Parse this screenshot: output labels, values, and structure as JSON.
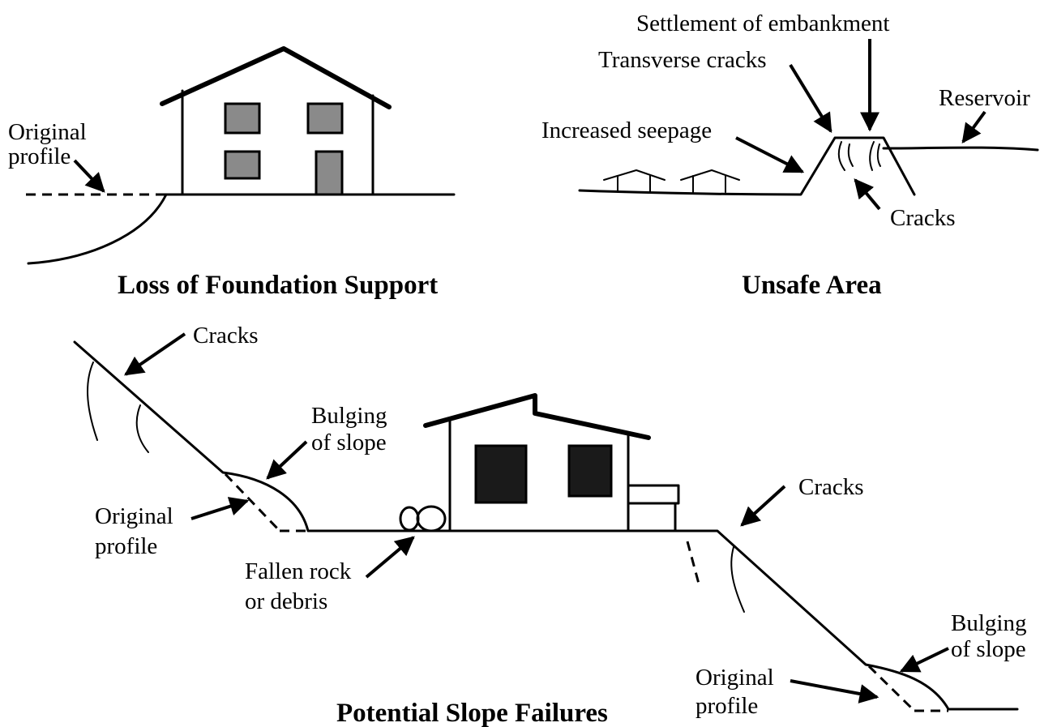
{
  "panels": {
    "foundation": {
      "title": "Loss of Foundation Support",
      "original_profile_line1": "Original",
      "original_profile_line2": "profile"
    },
    "unsafe": {
      "title": "Unsafe Area",
      "settlement": "Settlement of embankment",
      "transverse": "Transverse cracks",
      "reservoir": "Reservoir",
      "seepage": "Increased seepage",
      "cracks": "Cracks"
    },
    "slope": {
      "title": "Potential Slope Failures",
      "cracks_left": "Cracks",
      "bulging_left_line1": "Bulging",
      "bulging_left_line2": "of slope",
      "original_left_line1": "Original",
      "original_left_line2": "profile",
      "fallen_line1": "Fallen rock",
      "fallen_line2": "or debris",
      "cracks_right": "Cracks",
      "bulging_right_line1": "Bulging",
      "bulging_right_line2": "of slope",
      "original_right_line1": "Original",
      "original_right_line2": "profile"
    }
  }
}
